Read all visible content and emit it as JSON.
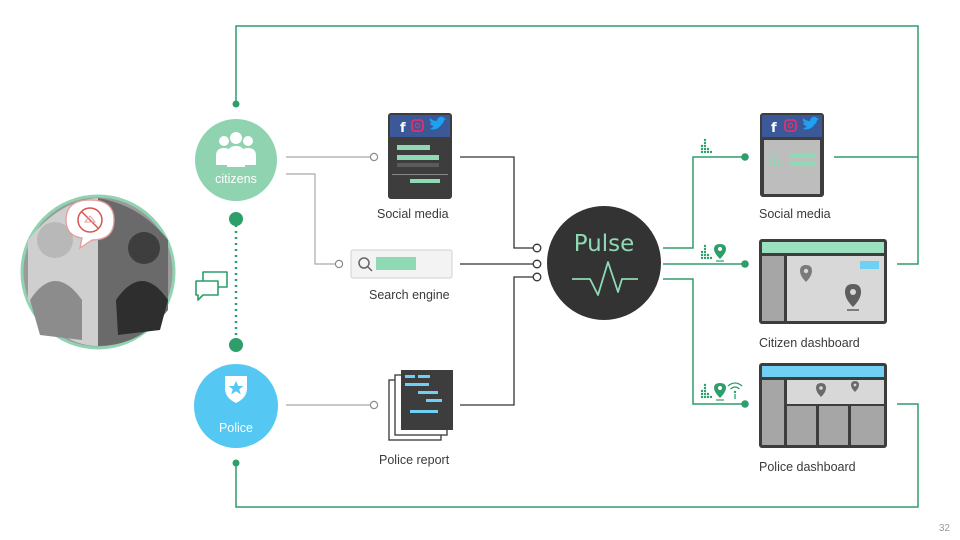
{
  "nodes": {
    "citizens": {
      "label": "citizens"
    },
    "police": {
      "label": "Police"
    },
    "pulse": {
      "label": "Pulse"
    }
  },
  "inputs": {
    "social_media": {
      "label": "Social media"
    },
    "search_engine": {
      "label": "Search engine"
    },
    "police_report": {
      "label": "Police report"
    }
  },
  "outputs": {
    "social_media": {
      "label": "Social media"
    },
    "citizen_dashboard": {
      "label": "Citizen dashboard"
    },
    "police_dashboard": {
      "label": "Police dashboard"
    }
  },
  "page_number": "32",
  "colors": {
    "flow_green": "#2e9e6a",
    "citizens_green": "#8fd3b0",
    "police_blue": "#54c8f2",
    "pulse_dark": "#333333",
    "facebook_blue": "#3b5998",
    "instagram": "#e1306c",
    "twitter": "#1da1f2",
    "mockup_green": "#8fd9b4",
    "dashboard_header_green": "#9be0bf",
    "dashboard_header_blue": "#6fd0f4"
  },
  "icons": [
    "people-icon",
    "shield-star-icon",
    "chat-bubbles-icon",
    "search-icon",
    "map-pin-icon",
    "bar-dots-icon",
    "wifi-icon",
    "heartbeat-icon"
  ]
}
